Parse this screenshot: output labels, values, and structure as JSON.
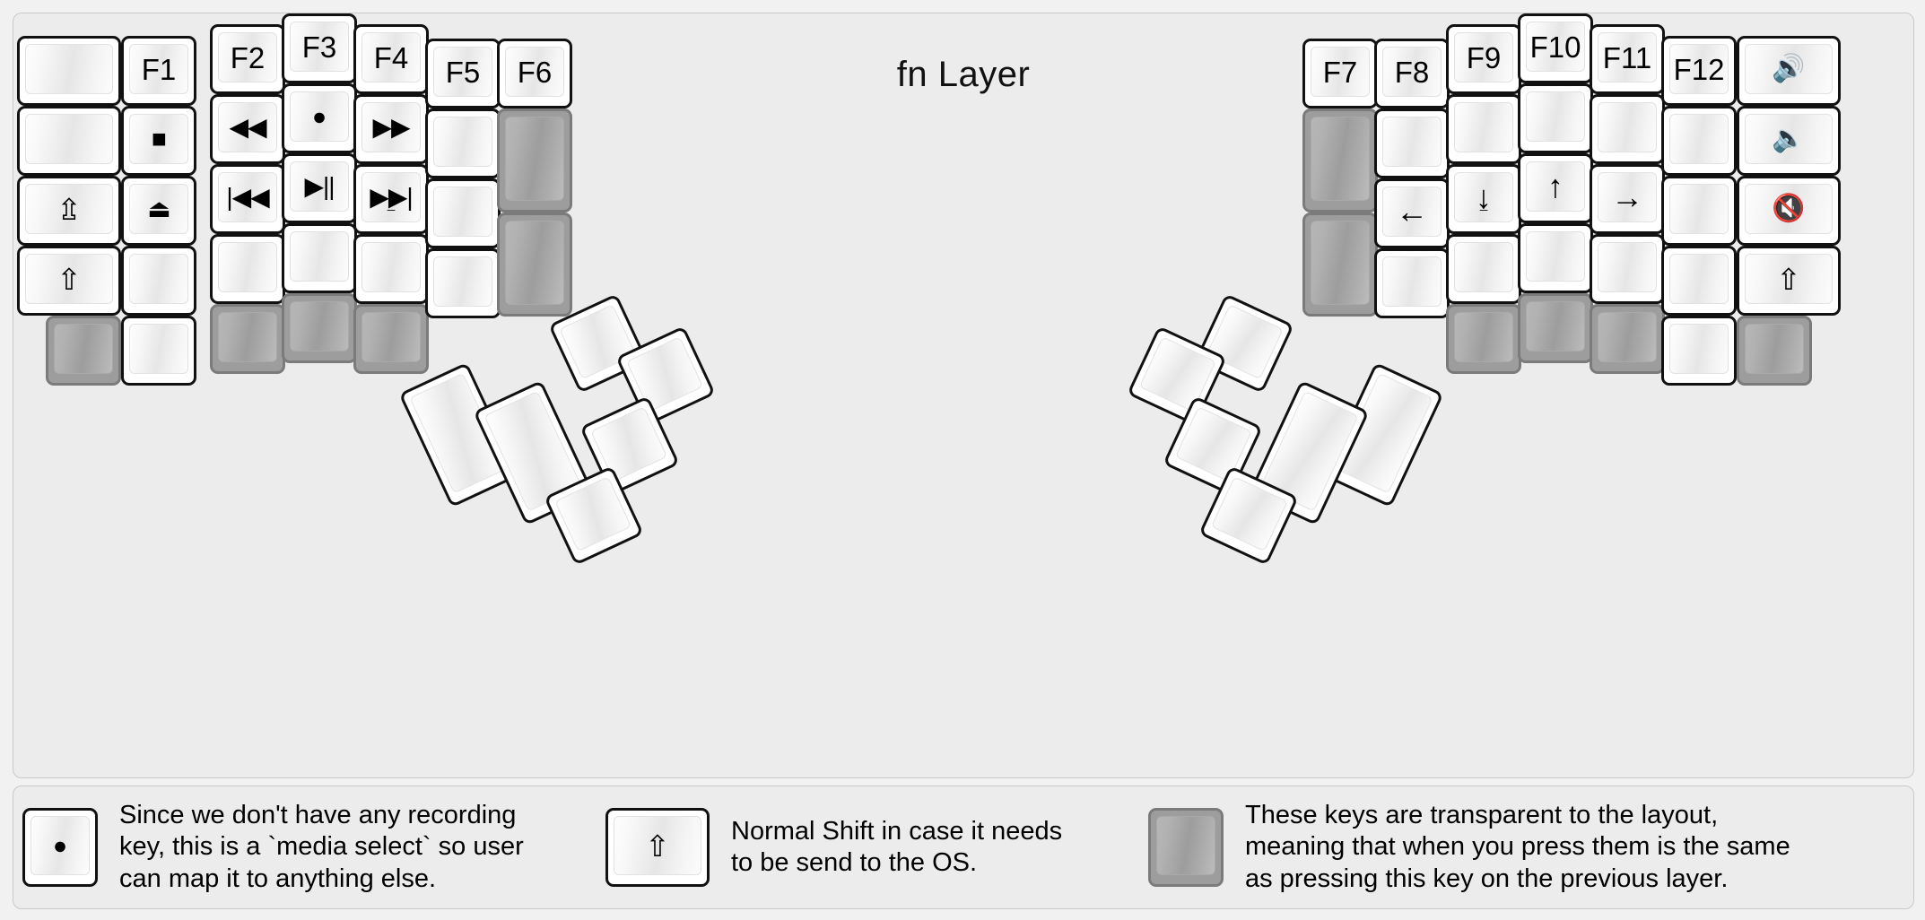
{
  "title": "fn Layer",
  "colors": {
    "background": "#f1f1f1",
    "panel": "#ececec",
    "key_fill": "#ffffff",
    "key_border": "#111111",
    "transparent_key_fill": "#9d9d9d",
    "transparent_key_border": "#7b7b7b",
    "text": "#000000"
  },
  "keyboard": {
    "name": "split-ergonomic-keyboard",
    "left_half": {
      "columns": [
        {
          "name": "col-pinky-outer",
          "keys": [
            {
              "name": "key-blank-1",
              "label": "",
              "transparent": false
            },
            {
              "name": "key-blank-2",
              "label": "",
              "transparent": false
            },
            {
              "name": "key-caps-shift",
              "label": "⇫",
              "icon": "shift-lock-icon",
              "transparent": false
            },
            {
              "name": "key-shift",
              "label": "⇧",
              "icon": "shift-icon",
              "transparent": false
            },
            {
              "name": "key-transparent-1",
              "label": "",
              "transparent": true
            }
          ]
        },
        {
          "name": "col-pinky",
          "keys": [
            {
              "name": "key-f1",
              "label": "F1",
              "transparent": false
            },
            {
              "name": "key-stop",
              "label": "■",
              "icon": "media-stop-icon",
              "transparent": false
            },
            {
              "name": "key-eject",
              "label": "⏏",
              "icon": "media-eject-icon",
              "transparent": false
            },
            {
              "name": "key-blank-3",
              "label": "",
              "transparent": false
            },
            {
              "name": "key-blank-4",
              "label": "",
              "transparent": false
            }
          ]
        },
        {
          "name": "col-ring",
          "keys": [
            {
              "name": "key-f2",
              "label": "F2",
              "transparent": false
            },
            {
              "name": "key-rewind",
              "label": "◀◀",
              "icon": "media-rewind-icon",
              "transparent": false
            },
            {
              "name": "key-prev-track",
              "label": "|◀◀",
              "icon": "media-previous-track-icon",
              "transparent": false
            },
            {
              "name": "key-blank-5",
              "label": "",
              "transparent": false
            },
            {
              "name": "key-transparent-2",
              "label": "",
              "transparent": true
            }
          ]
        },
        {
          "name": "col-middle",
          "keys": [
            {
              "name": "key-f3",
              "label": "F3",
              "transparent": false
            },
            {
              "name": "key-media-select",
              "label": "●",
              "icon": "media-record-icon",
              "transparent": false
            },
            {
              "name": "key-play-pause",
              "label": "▶||",
              "icon": "media-play-pause-icon",
              "transparent": false
            },
            {
              "name": "key-blank-6",
              "label": "",
              "transparent": false
            },
            {
              "name": "key-transparent-3",
              "label": "",
              "transparent": true
            }
          ]
        },
        {
          "name": "col-index",
          "keys": [
            {
              "name": "key-f4",
              "label": "F4",
              "transparent": false
            },
            {
              "name": "key-fast-forward",
              "label": "▶▶",
              "icon": "media-fast-forward-icon",
              "transparent": false
            },
            {
              "name": "key-next-track",
              "label": "▶▶|",
              "sublabel": "_",
              "icon": "media-next-track-icon",
              "transparent": false
            },
            {
              "name": "key-blank-7",
              "label": "",
              "transparent": false
            },
            {
              "name": "key-transparent-4",
              "label": "",
              "transparent": true
            }
          ]
        },
        {
          "name": "col-index-inner",
          "keys": [
            {
              "name": "key-f5",
              "label": "F5",
              "transparent": false
            },
            {
              "name": "key-blank-8",
              "label": "",
              "transparent": false
            },
            {
              "name": "key-blank-9",
              "label": "",
              "transparent": false
            },
            {
              "name": "key-blank-10",
              "label": "",
              "transparent": false
            }
          ]
        },
        {
          "name": "col-inner",
          "keys": [
            {
              "name": "key-f6",
              "label": "F6",
              "transparent": false
            },
            {
              "name": "key-transparent-5",
              "label": "",
              "transparent": true
            },
            {
              "name": "key-transparent-6",
              "label": "",
              "transparent": true
            }
          ]
        }
      ],
      "thumb_cluster": {
        "name": "left-thumb-cluster",
        "keys": [
          {
            "name": "thumb-key-l1",
            "label": "",
            "transparent": false
          },
          {
            "name": "thumb-key-l2",
            "label": "",
            "transparent": false
          },
          {
            "name": "thumb-key-l3",
            "label": "",
            "transparent": false
          },
          {
            "name": "thumb-key-l4",
            "label": "",
            "transparent": false
          },
          {
            "name": "thumb-key-l5",
            "label": "",
            "transparent": false
          },
          {
            "name": "thumb-key-l6",
            "label": "",
            "transparent": false
          }
        ]
      }
    },
    "right_half": {
      "columns": [
        {
          "name": "col-inner-r",
          "keys": [
            {
              "name": "key-f7",
              "label": "F7",
              "transparent": false
            },
            {
              "name": "key-transparent-7",
              "label": "",
              "transparent": true
            },
            {
              "name": "key-transparent-8",
              "label": "",
              "transparent": true
            }
          ]
        },
        {
          "name": "col-index-inner-r",
          "keys": [
            {
              "name": "key-f8",
              "label": "F8",
              "transparent": false
            },
            {
              "name": "key-blank-11",
              "label": "",
              "transparent": false
            },
            {
              "name": "key-arrow-left",
              "label": "←",
              "icon": "arrow-left-icon",
              "transparent": false
            },
            {
              "name": "key-blank-12",
              "label": "",
              "transparent": false
            }
          ]
        },
        {
          "name": "col-index-r",
          "keys": [
            {
              "name": "key-f9",
              "label": "F9",
              "transparent": false
            },
            {
              "name": "key-blank-13",
              "label": "",
              "transparent": false
            },
            {
              "name": "key-arrow-down",
              "label": "↓",
              "sublabel": "_",
              "icon": "arrow-down-icon",
              "transparent": false
            },
            {
              "name": "key-blank-14",
              "label": "",
              "transparent": false
            },
            {
              "name": "key-transparent-9",
              "label": "",
              "transparent": true
            }
          ]
        },
        {
          "name": "col-middle-r",
          "keys": [
            {
              "name": "key-f10",
              "label": "F10",
              "transparent": false
            },
            {
              "name": "key-blank-15",
              "label": "",
              "transparent": false
            },
            {
              "name": "key-arrow-up",
              "label": "↑",
              "icon": "arrow-up-icon",
              "transparent": false
            },
            {
              "name": "key-blank-16",
              "label": "",
              "transparent": false
            },
            {
              "name": "key-transparent-10",
              "label": "",
              "transparent": true
            }
          ]
        },
        {
          "name": "col-ring-r",
          "keys": [
            {
              "name": "key-f11",
              "label": "F11",
              "transparent": false
            },
            {
              "name": "key-blank-17",
              "label": "",
              "transparent": false
            },
            {
              "name": "key-arrow-right",
              "label": "→",
              "icon": "arrow-right-icon",
              "transparent": false
            },
            {
              "name": "key-blank-18",
              "label": "",
              "transparent": false
            },
            {
              "name": "key-transparent-11",
              "label": "",
              "transparent": true
            }
          ]
        },
        {
          "name": "col-pinky-r",
          "keys": [
            {
              "name": "key-f12",
              "label": "F12",
              "transparent": false
            },
            {
              "name": "key-blank-19",
              "label": "",
              "transparent": false
            },
            {
              "name": "key-blank-20",
              "label": "",
              "transparent": false
            },
            {
              "name": "key-blank-21",
              "label": "",
              "transparent": false
            },
            {
              "name": "key-blank-22",
              "label": "",
              "transparent": false
            }
          ]
        },
        {
          "name": "col-pinky-outer-r",
          "keys": [
            {
              "name": "key-volume-up",
              "label": "🔊",
              "icon": "volume-up-icon",
              "transparent": false
            },
            {
              "name": "key-volume-down",
              "label": "🔈",
              "icon": "volume-down-icon",
              "transparent": false
            },
            {
              "name": "key-volume-mute",
              "label": "🔇",
              "icon": "volume-mute-icon",
              "transparent": false
            },
            {
              "name": "key-shift-r",
              "label": "⇧",
              "icon": "shift-icon",
              "transparent": false
            },
            {
              "name": "key-transparent-12",
              "label": "",
              "transparent": true
            }
          ]
        }
      ],
      "thumb_cluster": {
        "name": "right-thumb-cluster",
        "keys": [
          {
            "name": "thumb-key-r1",
            "label": "",
            "transparent": false
          },
          {
            "name": "thumb-key-r2",
            "label": "",
            "transparent": false
          },
          {
            "name": "thumb-key-r3",
            "label": "",
            "transparent": false
          },
          {
            "name": "thumb-key-r4",
            "label": "",
            "transparent": false
          },
          {
            "name": "thumb-key-r5",
            "label": "",
            "transparent": false
          },
          {
            "name": "thumb-key-r6",
            "label": "",
            "transparent": false
          }
        ]
      }
    }
  },
  "legend": [
    {
      "name": "legend-media-select",
      "key_glyph": "●",
      "key_icon": "media-record-icon",
      "transparent": false,
      "text": "Since we don't have any recording\nkey, this is a `media select` so user\ncan map it to anything else."
    },
    {
      "name": "legend-normal-shift",
      "key_glyph": "⇧",
      "key_icon": "shift-icon",
      "transparent": false,
      "text": "Normal Shift in case it needs\nto be send to the OS."
    },
    {
      "name": "legend-transparent-keys",
      "key_glyph": "",
      "key_icon": "blank-icon",
      "transparent": true,
      "text": "These keys are transparent to the layout,\nmeaning that when you press them is the same\nas pressing this key on the previous layer."
    }
  ]
}
